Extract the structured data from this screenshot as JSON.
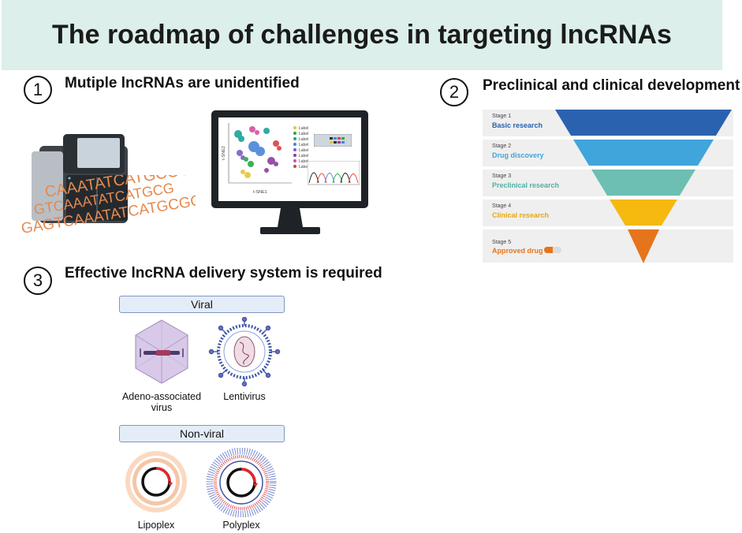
{
  "title": "The roadmap of challenges in targeting lncRNAs",
  "sections": [
    {
      "number": "1",
      "title": "Mutiple lncRNAs are unidentified"
    },
    {
      "number": "2",
      "title": "Preclinical and clinical development"
    },
    {
      "number": "3",
      "title": "Effective lncRNA delivery system is required"
    }
  ],
  "dna_sequences": [
    "CAAATATCATGCGCAT",
    "GTCAAATATCATGCG",
    "GAGTCAAATATCATGCGCAT"
  ],
  "plot": {
    "xlabel": "t-SNE1",
    "ylabel": "t-SNE2",
    "legend": [
      "Label",
      "Label",
      "Label",
      "Label",
      "Label",
      "Label",
      "Label",
      "Label"
    ]
  },
  "stages": [
    {
      "num": "Stage 1",
      "name": "Basic research",
      "color": "#2a62b0"
    },
    {
      "num": "Stage 2",
      "name": "Drug discovery",
      "color": "#3fa5db"
    },
    {
      "num": "Stage 3",
      "name": "Preclinical research",
      "color": "#6cbfb2"
    },
    {
      "num": "Stage 4",
      "name": "Clinical research",
      "color": "#f5b90f"
    },
    {
      "num": "Stage 5",
      "name": "Approved drug",
      "color": "#e6741c"
    }
  ],
  "delivery": {
    "viral_label": "Viral",
    "nonviral_label": "Non-viral",
    "vectors": [
      "Adeno-associated virus",
      "Lentivirus",
      "Lipoplex",
      "Polyplex"
    ]
  }
}
